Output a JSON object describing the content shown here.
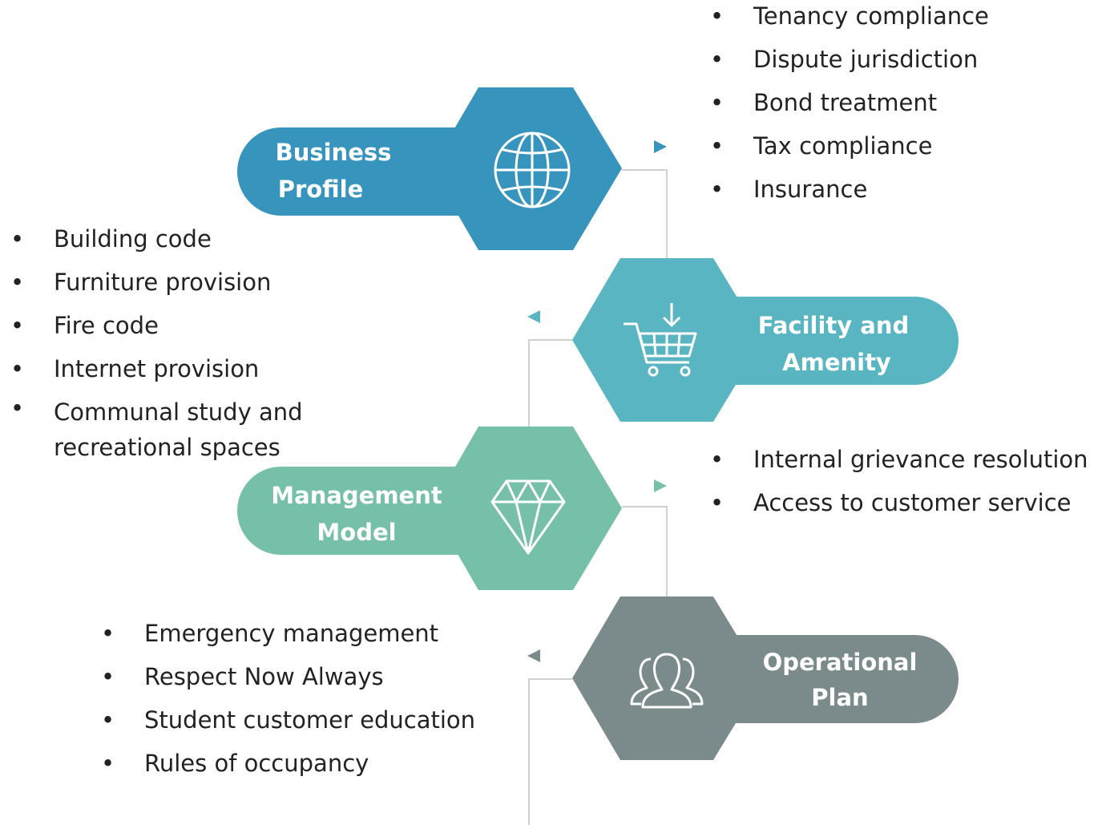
{
  "colors": {
    "business_profile": "#3794bd",
    "facility_amenity": "#58b5c1",
    "management_model": "#76bfa8",
    "operational_plan": "#7b8b8c",
    "connector": "#d0d0d0",
    "text": "#222222"
  },
  "stages": [
    {
      "title_line1": "Business",
      "title_line2": "Profile",
      "icon": "globe-icon",
      "items": [
        "Tenancy compliance",
        "Dispute jurisdiction",
        "Bond treatment",
        "Tax compliance",
        "Insurance"
      ]
    },
    {
      "title_line1": "Facility and",
      "title_line2": "Amenity",
      "icon": "shopping-cart-icon",
      "items": [
        "Building code",
        "Furniture provision",
        "Fire code",
        "Internet provision",
        "Communal study and recreational spaces"
      ]
    },
    {
      "title_line1": "Management",
      "title_line2": "Model",
      "icon": "diamond-icon",
      "items": [
        "Internal grievance resolution",
        "Access to customer service"
      ]
    },
    {
      "title_line1": "Operational",
      "title_line2": "Plan",
      "icon": "people-group-icon",
      "items": [
        "Emergency management",
        "Respect Now Always",
        "Student customer education",
        "Rules of occupancy"
      ]
    }
  ]
}
